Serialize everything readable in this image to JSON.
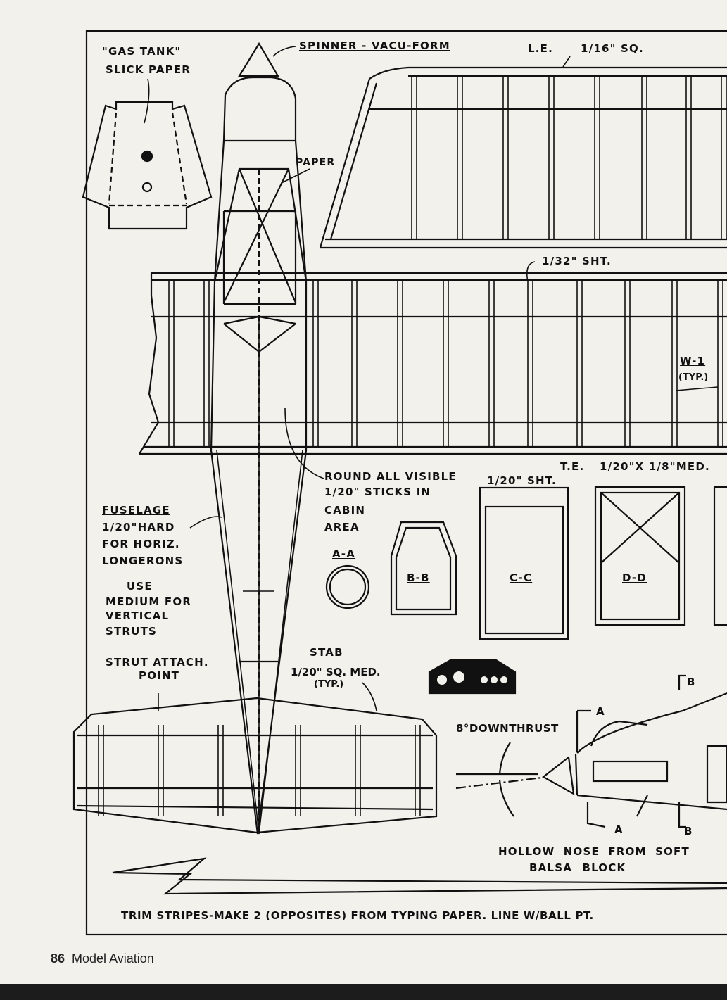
{
  "labels": {
    "gas_tank": "\"GAS TANK\"",
    "slick_paper": "SLICK PAPER",
    "spinner": "SPINNER - VACU-FORM",
    "le_a": "L.E.",
    "le_b": "1/16\" SQ.",
    "paper": "PAPER",
    "sht_32": "1/32\" SHT.",
    "w1": "W-1",
    "w1_typ": "(TYP.)",
    "te_a": "T.E.",
    "te_b": "1/20\"X 1/8\"MED.",
    "round_1": "ROUND ALL VISIBLE",
    "round_2": "1/20\" STICKS IN",
    "round_3": "CABIN",
    "round_4": "AREA",
    "sht_20": "1/20\" SHT.",
    "fuselage": "FUSELAGE",
    "fus_2": "1/20\"HARD",
    "fus_3": "FOR HORIZ.",
    "fus_4": "LONGERONS",
    "use_1": "USE",
    "use_2": "MEDIUM FOR",
    "use_3": "VERTICAL",
    "use_4": "STRUTS",
    "sec_aa": "A-A",
    "sec_bb": "B-B",
    "sec_cc": "C-C",
    "sec_dd": "D-D",
    "strut_1": "STRUT ATTACH.",
    "strut_2": "POINT",
    "stab": "STAB",
    "stab_2": "1/20\" SQ. MED.",
    "stab_3": "(TYP.)",
    "downthrust": "8°DOWNTHRUST",
    "a_top": "A",
    "a_bot": "A",
    "b_top": "B",
    "b_bot": "B",
    "hollow_1": "HOLLOW NOSE FROM SOFT",
    "hollow_2": "BALSA BLOCK",
    "trim_a": "TRIM STRIPES",
    "trim_b": "-MAKE 2 (OPPOSITES) FROM TYPING PAPER. LINE W/BALL PT."
  },
  "footer": {
    "page": "86",
    "title": "Model Aviation"
  }
}
